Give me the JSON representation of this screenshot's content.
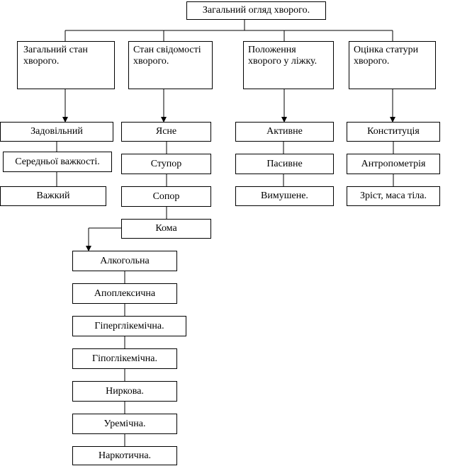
{
  "root": "Загальний огляд хворого.",
  "categories": [
    {
      "title": "Загальний стан хворого.",
      "items": [
        "Задовільний",
        "Середньої важкості.",
        "Важкий"
      ]
    },
    {
      "title": "Стан свідомості хворого.",
      "items": [
        "Ясне",
        "Ступор",
        "Сопор",
        "Кома"
      ]
    },
    {
      "title": "Положення хворого у ліжку.",
      "items": [
        "Активне",
        "Пасивне",
        "Вимушене."
      ]
    },
    {
      "title": "Оцінка статури хворого.",
      "items": [
        "Конституція",
        "Антропометрія",
        "Зріст, маса тіла."
      ]
    }
  ],
  "coma_types": [
    "Алкогольна",
    "Апоплексична",
    "Гіперглікемічна.",
    "Гіпоглікемічна.",
    "Ниркова.",
    "Уремічна.",
    "Наркотична."
  ]
}
